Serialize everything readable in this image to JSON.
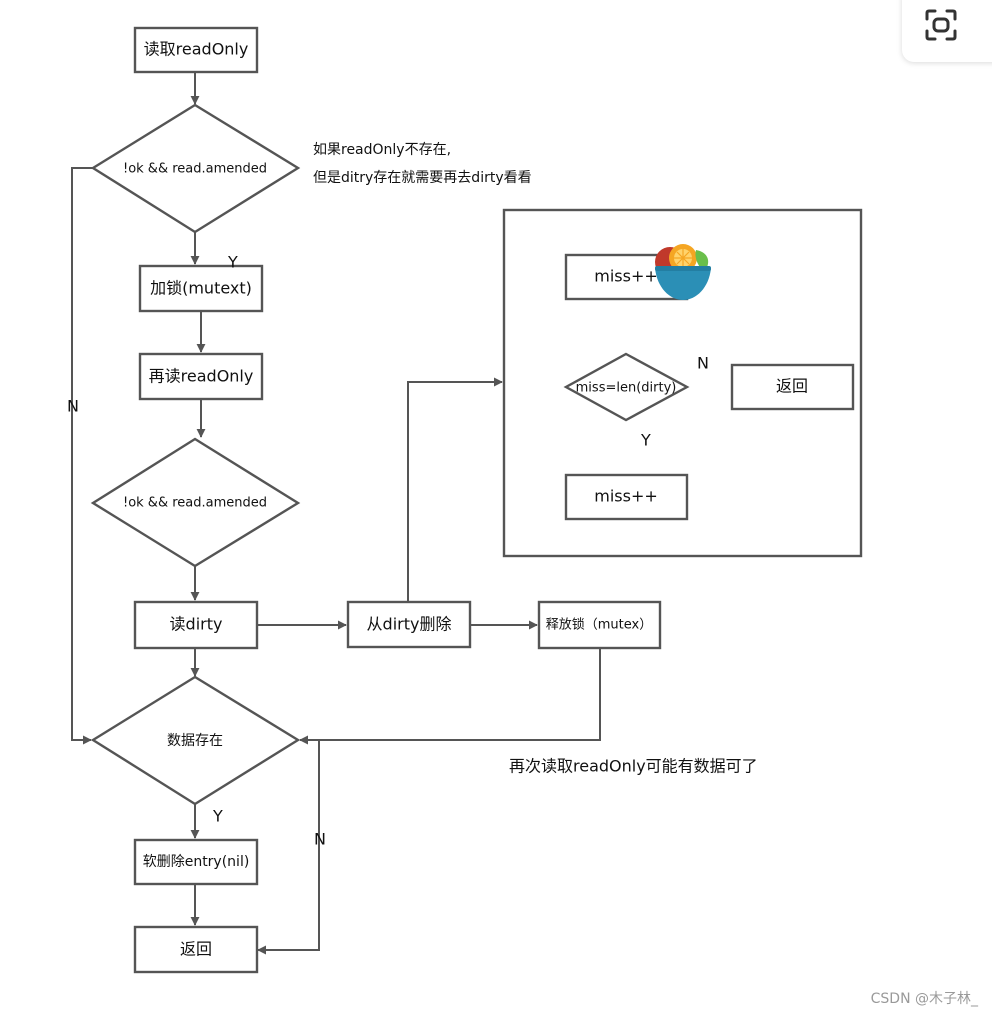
{
  "nodes": {
    "read_readonly": "读取readOnly",
    "check_amended_1": "!ok && read.amended",
    "lock": "加锁(mutext)",
    "reread_readonly": "再读readOnly",
    "check_amended_2": "!ok && read.amended",
    "read_dirty": "读dirty",
    "delete_from_dirty": "从dirty删除",
    "release_lock": "释放锁（mutex）",
    "data_exists": "数据存在",
    "soft_delete": "软删除entry(nil)",
    "return_main": "返回",
    "inset_miss_1": "miss++",
    "inset_check": "miss=len(dirty)",
    "inset_return": "返回",
    "inset_miss_2": "miss++"
  },
  "edge_labels": {
    "y1": "Y",
    "n1": "N",
    "y_exists": "Y",
    "n_exists": "N",
    "inset_n": "N",
    "inset_y": "Y"
  },
  "notes": {
    "note1_line1": "如果readOnly不存在,",
    "note1_line2": "但是ditry存在就需要再去dirty看看",
    "note2": "再次读取readOnly可能有数据可了"
  },
  "watermark": "CSDN @木子林_",
  "colors": {
    "stroke": "#555555",
    "bowl": "#2b8fb6",
    "orange": "#f5a623",
    "leaf": "#6abf4b",
    "red": "#c0392b"
  },
  "icons": [
    "fruit-bowl-icon",
    "scan-icon"
  ]
}
